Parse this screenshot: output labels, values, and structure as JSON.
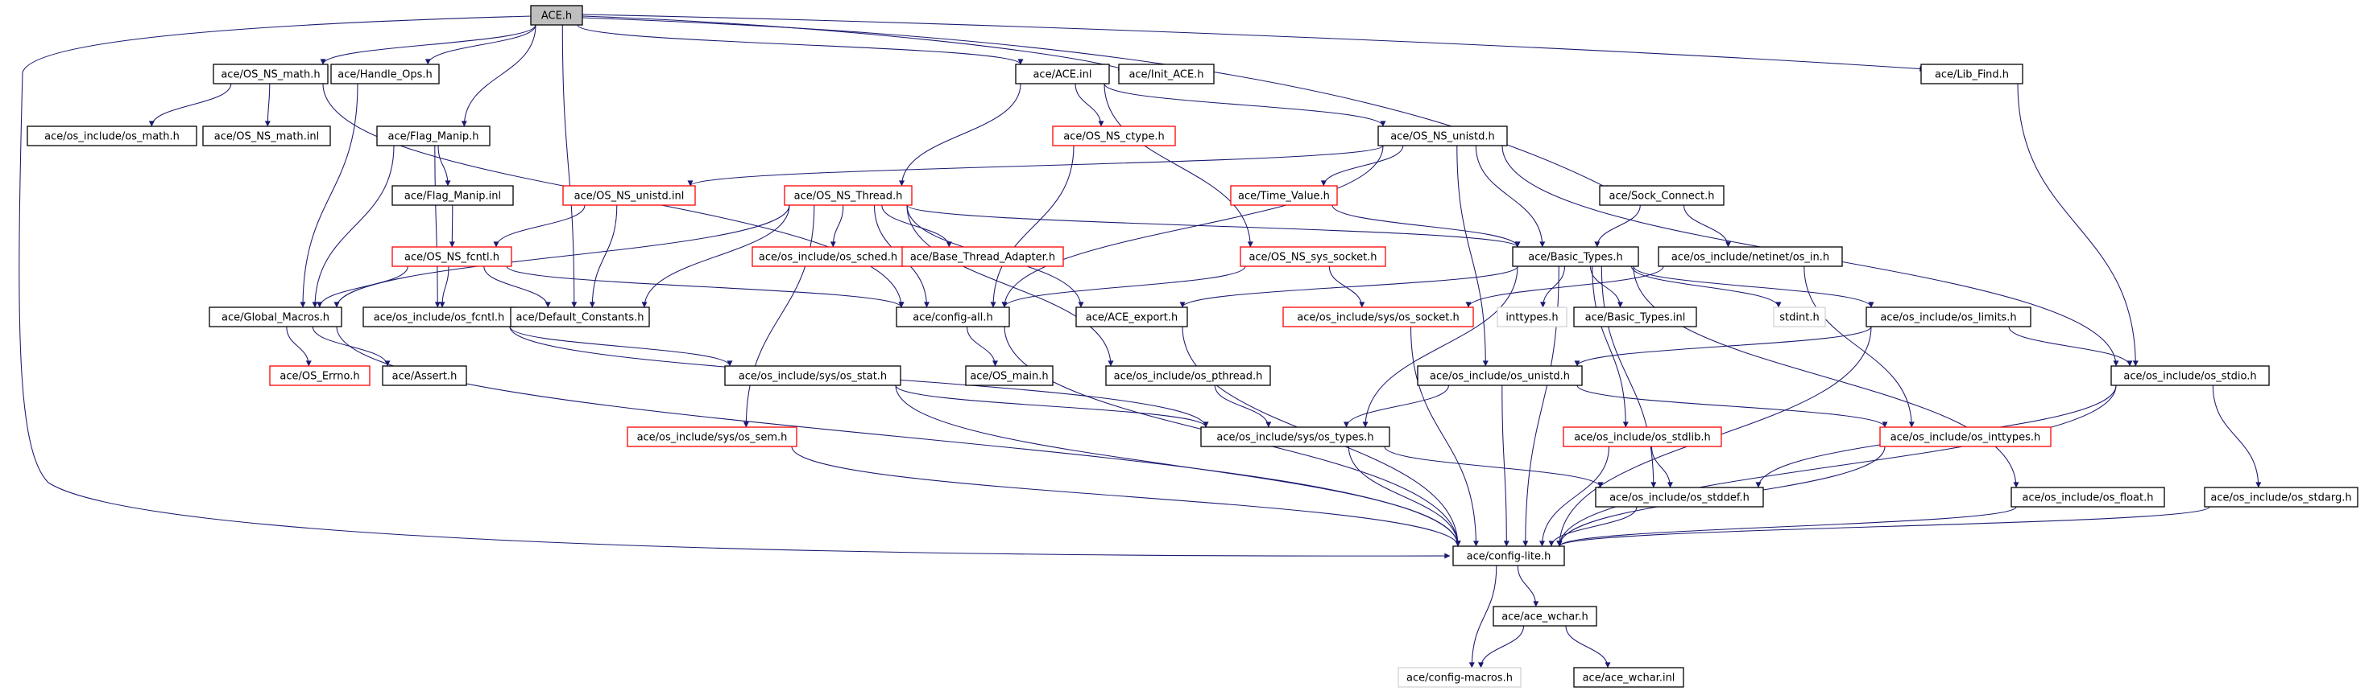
{
  "colors": {
    "edge": "#191970",
    "root_fill": "#bfbfbf",
    "node_border": "#000000",
    "missing_border": "#ff0000",
    "external_border": "#d3d3d3",
    "node_fill": "#ffffff",
    "text": "#000000"
  },
  "nodes": [
    {
      "id": "ace_h",
      "label": "ACE.h",
      "kind": "root"
    },
    {
      "id": "os_ns_math_h",
      "label": "ace/OS_NS_math.h",
      "kind": "normal"
    },
    {
      "id": "handle_ops_h",
      "label": "ace/Handle_Ops.h",
      "kind": "normal"
    },
    {
      "id": "ace_inl",
      "label": "ace/ACE.inl",
      "kind": "normal"
    },
    {
      "id": "init_ace_h",
      "label": "ace/Init_ACE.h",
      "kind": "normal"
    },
    {
      "id": "lib_find_h",
      "label": "ace/Lib_Find.h",
      "kind": "normal"
    },
    {
      "id": "os_math_h",
      "label": "ace/os_include/os_math.h",
      "kind": "normal"
    },
    {
      "id": "os_ns_math_inl",
      "label": "ace/OS_NS_math.inl",
      "kind": "normal"
    },
    {
      "id": "flag_manip_h",
      "label": "ace/Flag_Manip.h",
      "kind": "normal"
    },
    {
      "id": "os_ns_ctype_h",
      "label": "ace/OS_NS_ctype.h",
      "kind": "missing"
    },
    {
      "id": "os_ns_unistd_h",
      "label": "ace/OS_NS_unistd.h",
      "kind": "normal"
    },
    {
      "id": "flag_manip_inl",
      "label": "ace/Flag_Manip.inl",
      "kind": "normal"
    },
    {
      "id": "os_ns_unistd_inl",
      "label": "ace/OS_NS_unistd.inl",
      "kind": "missing"
    },
    {
      "id": "os_ns_thread_h",
      "label": "ace/OS_NS_Thread.h",
      "kind": "missing"
    },
    {
      "id": "time_value_h",
      "label": "ace/Time_Value.h",
      "kind": "missing"
    },
    {
      "id": "sock_connect_h",
      "label": "ace/Sock_Connect.h",
      "kind": "normal"
    },
    {
      "id": "os_ns_fcntl_h",
      "label": "ace/OS_NS_fcntl.h",
      "kind": "missing"
    },
    {
      "id": "os_sched_h",
      "label": "ace/os_include/os_sched.h",
      "kind": "missing"
    },
    {
      "id": "base_thread_adapter_h",
      "label": "ace/Base_Thread_Adapter.h",
      "kind": "missing"
    },
    {
      "id": "os_ns_sys_socket_h",
      "label": "ace/OS_NS_sys_socket.h",
      "kind": "missing"
    },
    {
      "id": "basic_types_h",
      "label": "ace/Basic_Types.h",
      "kind": "normal"
    },
    {
      "id": "netinet_in_h",
      "label": "ace/os_include/netinet/os_in.h",
      "kind": "normal"
    },
    {
      "id": "global_macros_h",
      "label": "ace/Global_Macros.h",
      "kind": "normal"
    },
    {
      "id": "os_fcntl_h",
      "label": "ace/os_include/os_fcntl.h",
      "kind": "normal"
    },
    {
      "id": "default_constants_h",
      "label": "ace/Default_Constants.h",
      "kind": "normal"
    },
    {
      "id": "config_all_h",
      "label": "ace/config-all.h",
      "kind": "normal"
    },
    {
      "id": "ace_export_h",
      "label": "ace/ACE_export.h",
      "kind": "normal"
    },
    {
      "id": "sys_os_socket_h",
      "label": "ace/os_include/sys/os_socket.h",
      "kind": "missing"
    },
    {
      "id": "inttypes_h",
      "label": "inttypes.h",
      "kind": "external"
    },
    {
      "id": "basic_types_inl",
      "label": "ace/Basic_Types.inl",
      "kind": "normal"
    },
    {
      "id": "stdint_h",
      "label": "stdint.h",
      "kind": "external"
    },
    {
      "id": "os_limits_h",
      "label": "ace/os_include/os_limits.h",
      "kind": "normal"
    },
    {
      "id": "os_errno_h",
      "label": "ace/OS_Errno.h",
      "kind": "missing"
    },
    {
      "id": "assert_h",
      "label": "ace/Assert.h",
      "kind": "normal"
    },
    {
      "id": "sys_os_stat_h",
      "label": "ace/os_include/sys/os_stat.h",
      "kind": "normal"
    },
    {
      "id": "os_main_h",
      "label": "ace/OS_main.h",
      "kind": "normal"
    },
    {
      "id": "os_pthread_h",
      "label": "ace/os_include/os_pthread.h",
      "kind": "normal"
    },
    {
      "id": "os_unistd_h",
      "label": "ace/os_include/os_unistd.h",
      "kind": "normal"
    },
    {
      "id": "os_stdio_h",
      "label": "ace/os_include/os_stdio.h",
      "kind": "normal"
    },
    {
      "id": "sys_os_sem_h",
      "label": "ace/os_include/sys/os_sem.h",
      "kind": "missing"
    },
    {
      "id": "sys_os_types_h",
      "label": "ace/os_include/sys/os_types.h",
      "kind": "normal"
    },
    {
      "id": "os_stdlib_h",
      "label": "ace/os_include/os_stdlib.h",
      "kind": "missing"
    },
    {
      "id": "os_inttypes_h",
      "label": "ace/os_include/os_inttypes.h",
      "kind": "missing"
    },
    {
      "id": "os_stddef_h",
      "label": "ace/os_include/os_stddef.h",
      "kind": "normal"
    },
    {
      "id": "os_float_h",
      "label": "ace/os_include/os_float.h",
      "kind": "normal"
    },
    {
      "id": "os_stdarg_h",
      "label": "ace/os_include/os_stdarg.h",
      "kind": "normal"
    },
    {
      "id": "config_lite_h",
      "label": "ace/config-lite.h",
      "kind": "normal"
    },
    {
      "id": "ace_wchar_h",
      "label": "ace/ace_wchar.h",
      "kind": "normal"
    },
    {
      "id": "config_macros_h",
      "label": "ace/config-macros.h",
      "kind": "external"
    },
    {
      "id": "ace_wchar_inl",
      "label": "ace/ace_wchar.inl",
      "kind": "normal"
    }
  ],
  "edges": [
    [
      "ace_h",
      "os_ns_math_h"
    ],
    [
      "ace_h",
      "handle_ops_h"
    ],
    [
      "ace_h",
      "flag_manip_h"
    ],
    [
      "ace_h",
      "ace_inl"
    ],
    [
      "ace_h",
      "init_ace_h"
    ],
    [
      "ace_h",
      "lib_find_h"
    ],
    [
      "ace_h",
      "sock_connect_h"
    ],
    [
      "ace_h",
      "default_constants_h"
    ],
    [
      "ace_h",
      "config_lite_h"
    ],
    [
      "os_ns_math_h",
      "os_math_h"
    ],
    [
      "os_ns_math_h",
      "os_ns_math_inl"
    ],
    [
      "os_ns_math_h",
      "config_all_h"
    ],
    [
      "handle_ops_h",
      "global_macros_h"
    ],
    [
      "ace_inl",
      "os_ns_thread_h"
    ],
    [
      "ace_inl",
      "os_ns_ctype_h"
    ],
    [
      "ace_inl",
      "os_ns_unistd_h"
    ],
    [
      "ace_inl",
      "os_ns_sys_socket_h"
    ],
    [
      "lib_find_h",
      "os_stdio_h"
    ],
    [
      "flag_manip_h",
      "flag_manip_inl"
    ],
    [
      "flag_manip_h",
      "global_macros_h"
    ],
    [
      "flag_manip_h",
      "os_fcntl_h"
    ],
    [
      "flag_manip_inl",
      "os_ns_fcntl_h"
    ],
    [
      "os_ns_ctype_h",
      "config_all_h"
    ],
    [
      "os_ns_unistd_h",
      "os_ns_unistd_inl"
    ],
    [
      "os_ns_unistd_h",
      "time_value_h"
    ],
    [
      "os_ns_unistd_h",
      "basic_types_h"
    ],
    [
      "os_ns_unistd_h",
      "config_all_h"
    ],
    [
      "os_ns_unistd_h",
      "os_unistd_h"
    ],
    [
      "os_ns_unistd_h",
      "os_stdio_h"
    ],
    [
      "os_ns_unistd_inl",
      "os_ns_fcntl_h"
    ],
    [
      "os_ns_unistd_inl",
      "default_constants_h"
    ],
    [
      "os_ns_thread_h",
      "os_sched_h"
    ],
    [
      "os_ns_thread_h",
      "base_thread_adapter_h"
    ],
    [
      "os_ns_thread_h",
      "basic_types_h"
    ],
    [
      "os_ns_thread_h",
      "config_all_h"
    ],
    [
      "os_ns_thread_h",
      "global_macros_h"
    ],
    [
      "os_ns_thread_h",
      "default_constants_h"
    ],
    [
      "os_ns_thread_h",
      "os_pthread_h"
    ],
    [
      "os_ns_thread_h",
      "sys_os_sem_h"
    ],
    [
      "os_ns_thread_h",
      "ace_export_h"
    ],
    [
      "time_value_h",
      "basic_types_h"
    ],
    [
      "sock_connect_h",
      "basic_types_h"
    ],
    [
      "sock_connect_h",
      "netinet_in_h"
    ],
    [
      "os_ns_fcntl_h",
      "global_macros_h"
    ],
    [
      "os_ns_fcntl_h",
      "os_fcntl_h"
    ],
    [
      "os_ns_fcntl_h",
      "default_constants_h"
    ],
    [
      "os_ns_fcntl_h",
      "config_all_h"
    ],
    [
      "os_ns_sys_socket_h",
      "sys_os_socket_h"
    ],
    [
      "os_ns_sys_socket_h",
      "config_all_h"
    ],
    [
      "basic_types_h",
      "ace_export_h"
    ],
    [
      "basic_types_h",
      "inttypes_h"
    ],
    [
      "basic_types_h",
      "basic_types_inl"
    ],
    [
      "basic_types_h",
      "stdint_h"
    ],
    [
      "basic_types_h",
      "os_limits_h"
    ],
    [
      "basic_types_h",
      "sys_os_types_h"
    ],
    [
      "basic_types_h",
      "os_stdlib_h"
    ],
    [
      "basic_types_h",
      "os_stddef_h"
    ],
    [
      "basic_types_h",
      "os_float_h"
    ],
    [
      "basic_types_h",
      "config_lite_h"
    ],
    [
      "netinet_in_h",
      "sys_os_socket_h"
    ],
    [
      "netinet_in_h",
      "os_inttypes_h"
    ],
    [
      "global_macros_h",
      "os_errno_h"
    ],
    [
      "global_macros_h",
      "assert_h"
    ],
    [
      "global_macros_h",
      "config_lite_h"
    ],
    [
      "os_fcntl_h",
      "sys_os_stat_h"
    ],
    [
      "os_fcntl_h",
      "sys_os_types_h"
    ],
    [
      "config_all_h",
      "os_main_h"
    ],
    [
      "config_all_h",
      "config_lite_h"
    ],
    [
      "ace_export_h",
      "config_lite_h"
    ],
    [
      "sys_os_socket_h",
      "config_lite_h"
    ],
    [
      "os_limits_h",
      "os_unistd_h"
    ],
    [
      "os_limits_h",
      "os_stdio_h"
    ],
    [
      "os_limits_h",
      "config_lite_h"
    ],
    [
      "sys_os_stat_h",
      "sys_os_types_h"
    ],
    [
      "sys_os_stat_h",
      "config_lite_h"
    ],
    [
      "os_pthread_h",
      "sys_os_types_h"
    ],
    [
      "os_unistd_h",
      "sys_os_types_h"
    ],
    [
      "os_unistd_h",
      "os_inttypes_h"
    ],
    [
      "os_unistd_h",
      "config_lite_h"
    ],
    [
      "os_stdio_h",
      "os_stddef_h"
    ],
    [
      "os_stdio_h",
      "os_stdarg_h"
    ],
    [
      "os_stdio_h",
      "config_lite_h"
    ],
    [
      "sys_os_sem_h",
      "config_lite_h"
    ],
    [
      "sys_os_types_h",
      "os_stddef_h"
    ],
    [
      "sys_os_types_h",
      "config_lite_h"
    ],
    [
      "os_stdlib_h",
      "os_stddef_h"
    ],
    [
      "os_stdlib_h",
      "config_lite_h"
    ],
    [
      "os_inttypes_h",
      "config_lite_h"
    ],
    [
      "os_stddef_h",
      "config_lite_h"
    ],
    [
      "os_float_h",
      "config_lite_h"
    ],
    [
      "os_stdarg_h",
      "config_lite_h"
    ],
    [
      "config_lite_h",
      "ace_wchar_h"
    ],
    [
      "config_lite_h",
      "config_macros_h"
    ],
    [
      "ace_wchar_h",
      "config_macros_h"
    ],
    [
      "ace_wchar_h",
      "ace_wchar_inl"
    ]
  ]
}
